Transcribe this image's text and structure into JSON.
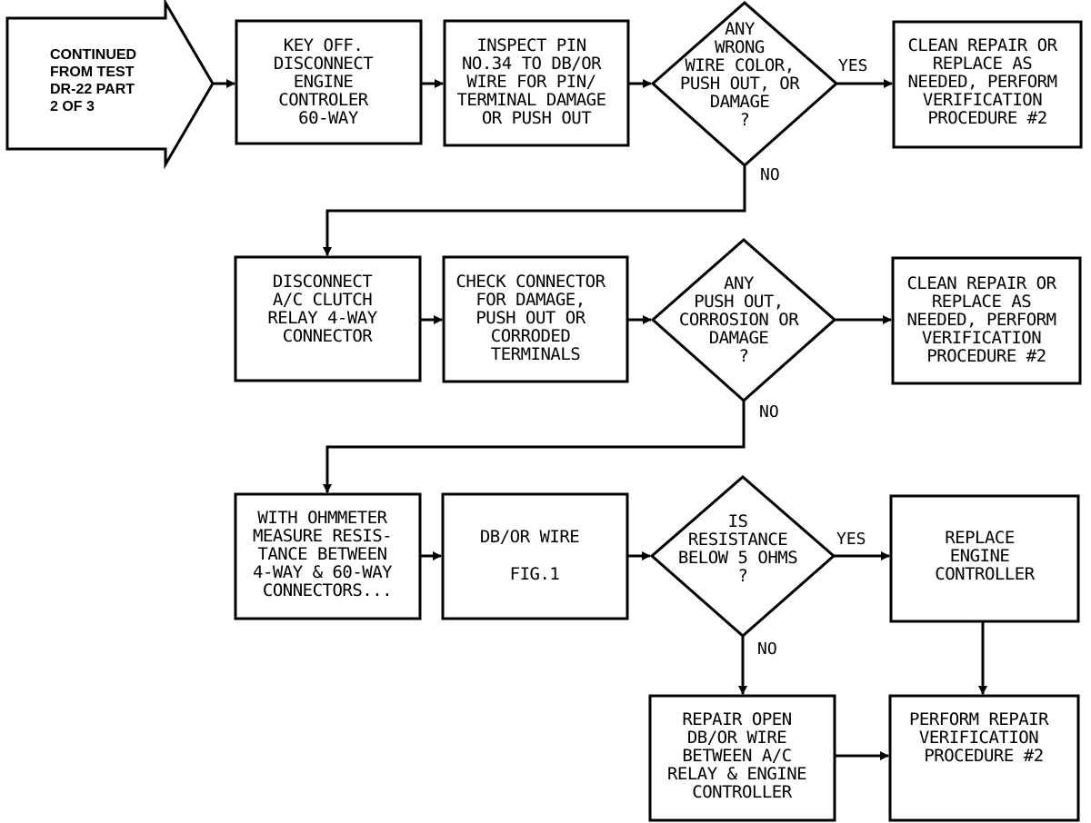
{
  "start": {
    "lines": [
      "CONTINUED",
      "FROM TEST",
      "DR-22 PART",
      "2 OF 3"
    ]
  },
  "steps": {
    "key_off": [
      "KEY OFF.",
      "DISCONNECT",
      "ENGINE",
      "CONTROLER",
      "60-WAY"
    ],
    "inspect_pin": [
      "INSPECT PIN",
      "NO.34 TO DB/OR",
      "WIRE FOR PIN/",
      "TERMINAL DAMAGE",
      "OR PUSH OUT"
    ],
    "clean_repair_1": [
      "CLEAN REPAIR OR",
      "REPLACE AS",
      "NEEDED, PERFORM",
      "VERIFICATION",
      "PROCEDURE #2"
    ],
    "disconnect_relay": [
      "DISCONNECT",
      "A/C CLUTCH",
      "RELAY 4-WAY",
      "CONNECTOR"
    ],
    "check_connector": [
      "CHECK CONNECTOR",
      "FOR DAMAGE,",
      "PUSH OUT OR",
      "CORRODED",
      "TERMINALS"
    ],
    "clean_repair_2": [
      "CLEAN REPAIR OR",
      "REPLACE AS",
      "NEEDED, PERFORM",
      "VERIFICATION",
      "PROCEDURE #2"
    ],
    "ohmmeter": [
      "WITH OHMMETER",
      "MEASURE RESIS-",
      "TANCE BETWEEN",
      "4-WAY & 60-WAY",
      "CONNECTORS..."
    ],
    "db_or_wire": [
      "DB/OR WIRE",
      "",
      "FIG.1"
    ],
    "replace_controller": [
      "REPLACE",
      "ENGINE",
      "CONTROLLER"
    ],
    "repair_open": [
      "REPAIR OPEN",
      "DB/OR WIRE",
      "BETWEEN A/C",
      "RELAY & ENGINE",
      "CONTROLLER"
    ],
    "perform_repair": [
      "PERFORM REPAIR",
      "VERIFICATION",
      "PROCEDURE #2"
    ]
  },
  "decisions": {
    "wrong_wire": [
      "ANY",
      "WRONG",
      "WIRE COLOR,",
      "PUSH OUT, OR",
      "DAMAGE",
      "?"
    ],
    "push_out": [
      "ANY",
      "PUSH OUT,",
      "CORROSION OR",
      "DAMAGE",
      "?"
    ],
    "resistance": [
      "IS",
      "RESISTANCE",
      "BELOW 5 OHMS",
      "?"
    ]
  },
  "edge_labels": {
    "d1_yes": "YES",
    "d1_no": "NO",
    "d2_no": "NO",
    "d3_yes": "YES",
    "d3_no": "NO"
  }
}
